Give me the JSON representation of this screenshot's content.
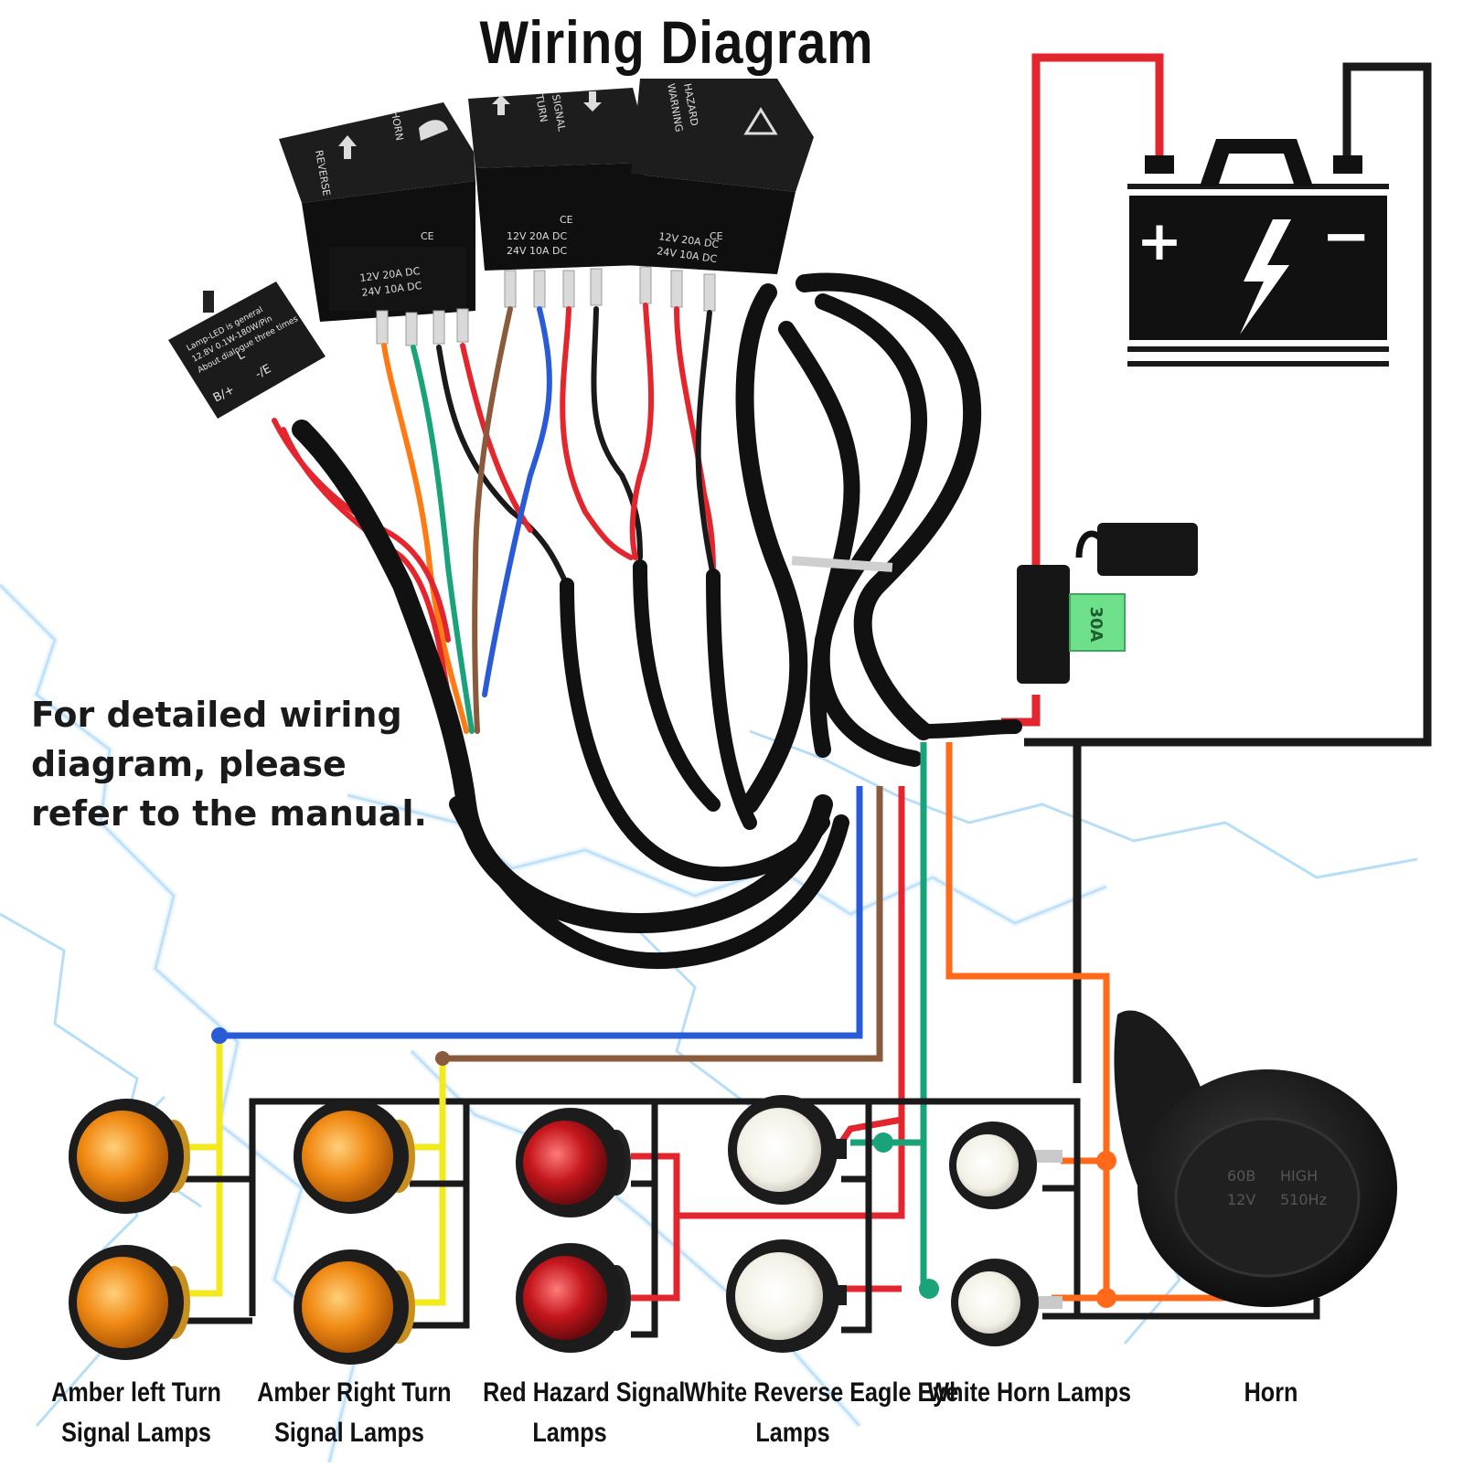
{
  "title": "Wiring Diagram",
  "note": {
    "line1": "For detailed wiring",
    "line2": "diagram, please",
    "line3": "refer to the manual."
  },
  "switches": [
    {
      "name": "REVERSE / HORN",
      "label1": "REVERSE",
      "label2": "HORN",
      "rating1": "12V  20A  DC",
      "rating2": "24V  10A  DC",
      "mark": "CE"
    },
    {
      "name": "TURN SIGNAL",
      "label1": "TURN",
      "label2": "SIGNAL",
      "rating1": "12V  20A  DC",
      "rating2": "24V  10A  DC",
      "mark": "CE"
    },
    {
      "name": "HAZARD",
      "label1": "WARNING",
      "label2": "HAZARD",
      "rating1": "12V  20A  DC",
      "rating2": "24V  10A  DC",
      "mark": "CE"
    }
  ],
  "flasher": {
    "line1": "Lamp-LED is general",
    "line2": "12.8V 0.1W-180W/Pin",
    "line3": "About dialogue three times",
    "pin_b": "B/+",
    "pin_e": "-/E",
    "pin_l": "L"
  },
  "battery": {
    "plus": "+",
    "minus": "−"
  },
  "fuse": {
    "rating": "30A"
  },
  "horn": {
    "line1": "60B",
    "line2": "HIGH",
    "line3": "12V",
    "line4": "510Hz"
  },
  "lamp_groups": [
    {
      "line1": "Amber left Turn",
      "line2": "Signal Lamps"
    },
    {
      "line1": "Amber Right Turn",
      "line2": "Signal Lamps"
    },
    {
      "line1": "Red Hazard Signal",
      "line2": "Lamps"
    },
    {
      "line1": "White Reverse Eagle Eye",
      "line2": "Lamps"
    },
    {
      "line1": "White Horn Lamps",
      "line2": ""
    },
    {
      "line1": "Horn",
      "line2": ""
    }
  ],
  "wire_colors": {
    "red": "#e3262e",
    "black": "#1a1a1a",
    "blue": "#2a5bd7",
    "brown": "#8a5a3c",
    "green": "#1aa37a",
    "orange": "#ff6a1a",
    "yellow": "#f2ea1d"
  },
  "lamp_colors": {
    "amber": "#f08a14",
    "red": "#c4161c",
    "white": "#eeeeea"
  }
}
